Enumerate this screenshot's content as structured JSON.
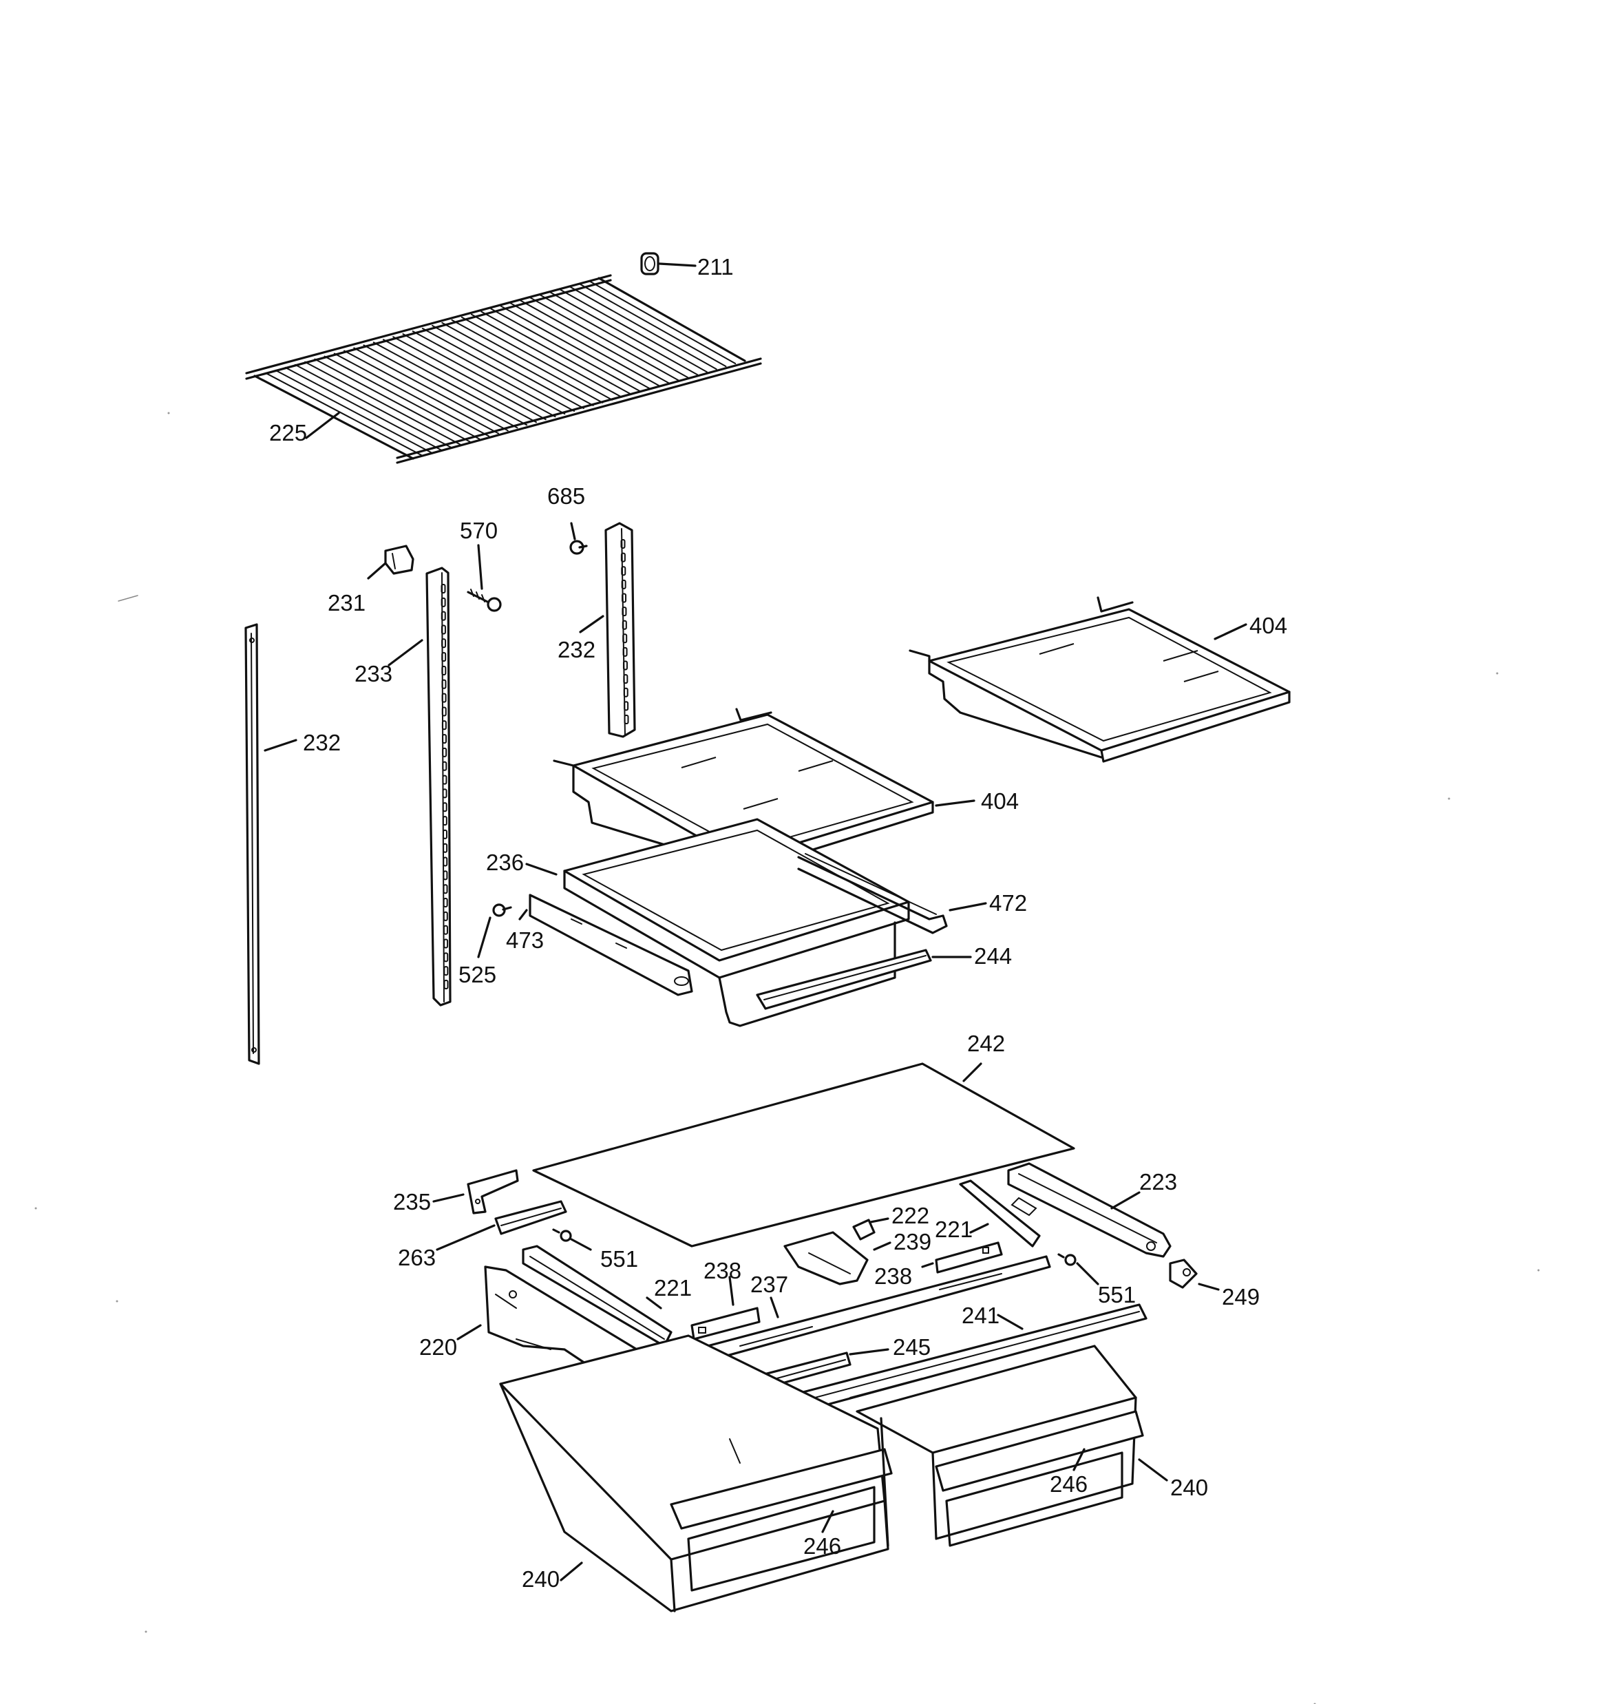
{
  "callouts": [
    {
      "id": "c211",
      "label": "211"
    },
    {
      "id": "c225",
      "label": "225"
    },
    {
      "id": "c685",
      "label": "685"
    },
    {
      "id": "c570",
      "label": "570"
    },
    {
      "id": "c231",
      "label": "231"
    },
    {
      "id": "c233",
      "label": "233"
    },
    {
      "id": "c232a",
      "label": "232"
    },
    {
      "id": "c232b",
      "label": "232"
    },
    {
      "id": "c404a",
      "label": "404"
    },
    {
      "id": "c404b",
      "label": "404"
    },
    {
      "id": "c236",
      "label": "236"
    },
    {
      "id": "c472",
      "label": "472"
    },
    {
      "id": "c473",
      "label": "473"
    },
    {
      "id": "c525",
      "label": "525"
    },
    {
      "id": "c244",
      "label": "244"
    },
    {
      "id": "c242",
      "label": "242"
    },
    {
      "id": "c235",
      "label": "235"
    },
    {
      "id": "c223",
      "label": "223"
    },
    {
      "id": "c222",
      "label": "222"
    },
    {
      "id": "c263",
      "label": "263"
    },
    {
      "id": "c239",
      "label": "239"
    },
    {
      "id": "c221a",
      "label": "221"
    },
    {
      "id": "c551a",
      "label": "551"
    },
    {
      "id": "c238a",
      "label": "238"
    },
    {
      "id": "c238b",
      "label": "238"
    },
    {
      "id": "c551b",
      "label": "551"
    },
    {
      "id": "c249",
      "label": "249"
    },
    {
      "id": "c221b",
      "label": "221"
    },
    {
      "id": "c237",
      "label": "237"
    },
    {
      "id": "c241",
      "label": "241"
    },
    {
      "id": "c220",
      "label": "220"
    },
    {
      "id": "c245",
      "label": "245"
    },
    {
      "id": "c246a",
      "label": "246"
    },
    {
      "id": "c240a",
      "label": "240"
    },
    {
      "id": "c246b",
      "label": "246"
    },
    {
      "id": "c240b",
      "label": "240"
    }
  ]
}
